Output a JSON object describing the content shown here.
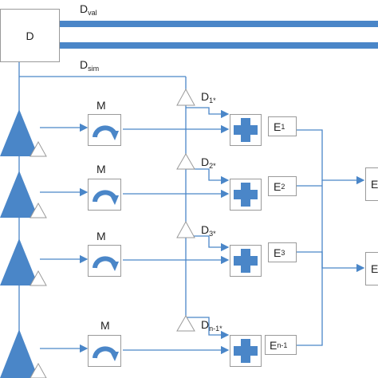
{
  "diagram": {
    "d_box": "D",
    "d_val": {
      "main": "D",
      "sub": "val"
    },
    "d_sim": {
      "main": "D",
      "sub": "sim"
    },
    "m_label": "M",
    "d_star": [
      {
        "main": "D",
        "sub": "1*"
      },
      {
        "main": "D",
        "sub": "2*"
      },
      {
        "main": "D",
        "sub": "3*"
      },
      {
        "main": "D",
        "sub": "n-1*"
      }
    ],
    "e_labels": [
      {
        "main": "E",
        "sub": "1"
      },
      {
        "main": "E",
        "sub": "2"
      },
      {
        "main": "E",
        "sub": "3"
      },
      {
        "main": "E",
        "sub": "n-1"
      }
    ],
    "e_out": [
      "E",
      "E"
    ]
  },
  "colors": {
    "blue": "#4a86c8",
    "line": "#4a86c8",
    "border": "#9a9a9a"
  }
}
